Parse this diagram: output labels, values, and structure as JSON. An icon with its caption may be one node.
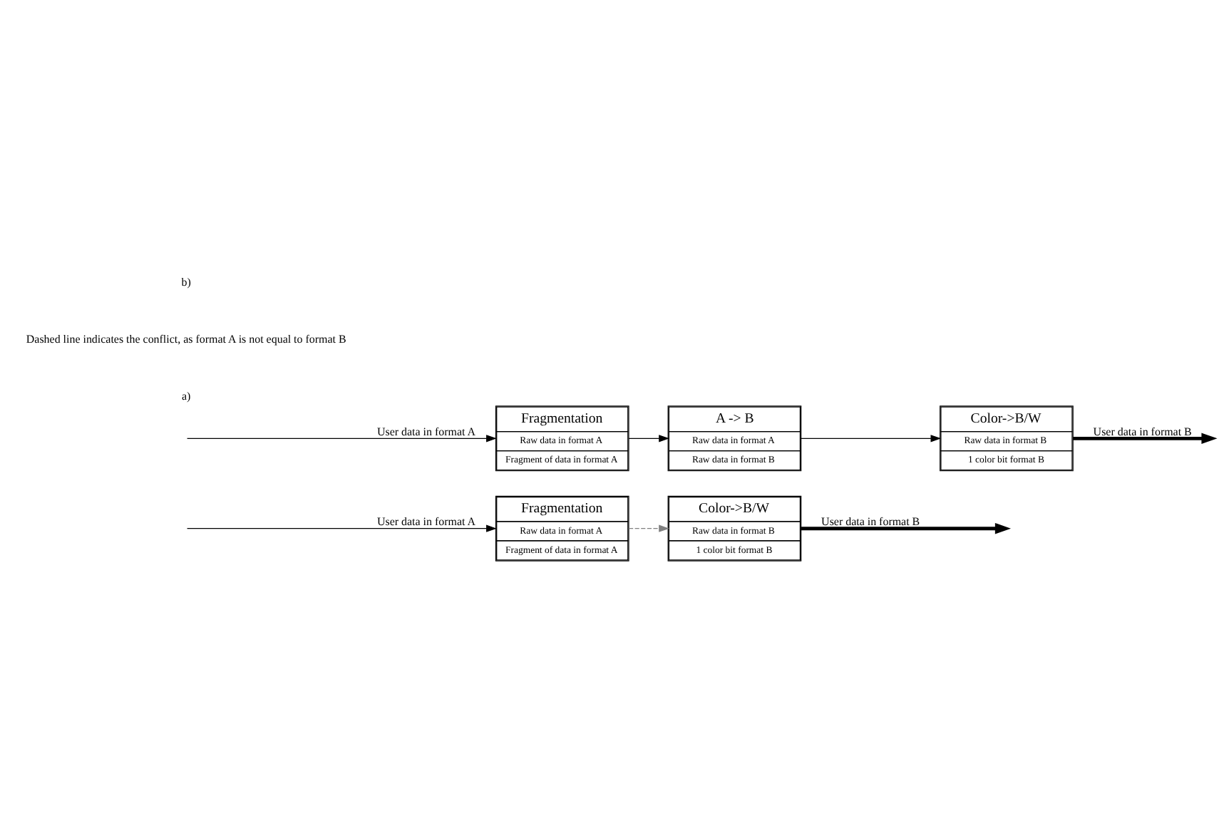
{
  "diagram": {
    "nodes": [
      {
        "text": [
          "Fragmentation",
          "Raw data in format A",
          "Fragment of data in format A"
        ]
      },
      {
        "text": [
          "Color->B/W",
          "Raw data in format B",
          "1 color bit format B"
        ]
      },
      {
        "text": [
          "Fragmentation",
          "Raw data in format A",
          "Fragment of data in format A"
        ]
      },
      {
        "text": [
          "A -> B",
          "Raw data in format A",
          "Raw data in format B"
        ]
      },
      {
        "text": [
          "Color->B/W",
          "Raw data in format B",
          "1 color bit format B"
        ]
      }
    ],
    "edges": [
      {
        "from": null,
        "to": 0,
        "arrow": "to",
        "label": "User data in format A"
      },
      {
        "from": 0,
        "to": 1,
        "arrow": "to",
        "style": "dashed",
        "color": "#808080"
      },
      {
        "from": 1,
        "to": null,
        "arrow": "to",
        "label": "User data in format B",
        "style": "thick"
      },
      {
        "from": null,
        "to": 2,
        "arrow": "to",
        "label": "User data in format A"
      },
      {
        "from": 2,
        "to": 3,
        "arrow": "to"
      },
      {
        "from": 3,
        "to": 4,
        "arrow": "to"
      },
      {
        "from": 4,
        "to": null,
        "arrow": "to",
        "label": "User data in format B",
        "style": "thick"
      }
    ],
    "labels": [
      "a)",
      "Dashed line indicates the conflict, as format A is not equal to format B",
      "b)"
    ]
  }
}
